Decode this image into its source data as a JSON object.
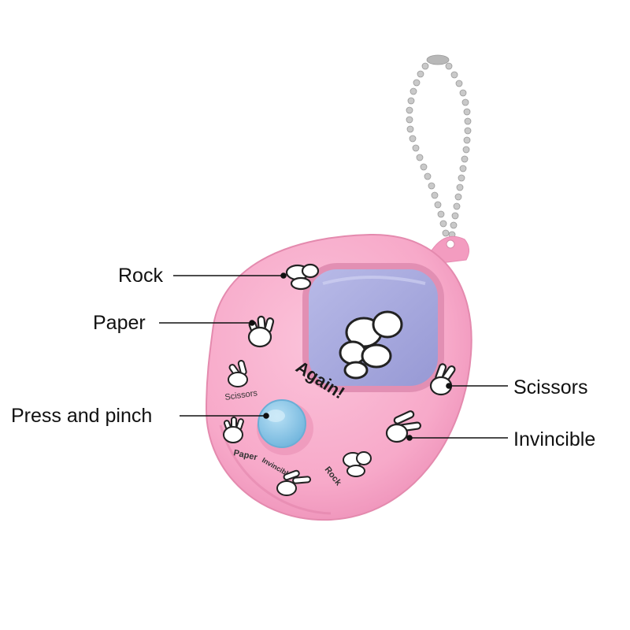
{
  "callouts": {
    "rock": "Rock",
    "paper": "Paper",
    "press": "Press and pinch",
    "scissors": "Scissors",
    "invincible": "Invincible"
  },
  "device": {
    "printed_again": "Again!",
    "printed_scissors": "Scissors",
    "printed_paper": "Paper",
    "printed_invincible": "Invincible",
    "printed_rock": "Rock"
  },
  "colors": {
    "body": "#f7a9c9",
    "body_shade": "#ee8fb7",
    "screen": "#a3a5dc",
    "button": "#8cc8ea",
    "chain": "#c8c8c8"
  },
  "icons": [
    "rock-hand-icon",
    "paper-hand-icon",
    "scissors-hand-icon",
    "invincible-hand-icon"
  ]
}
